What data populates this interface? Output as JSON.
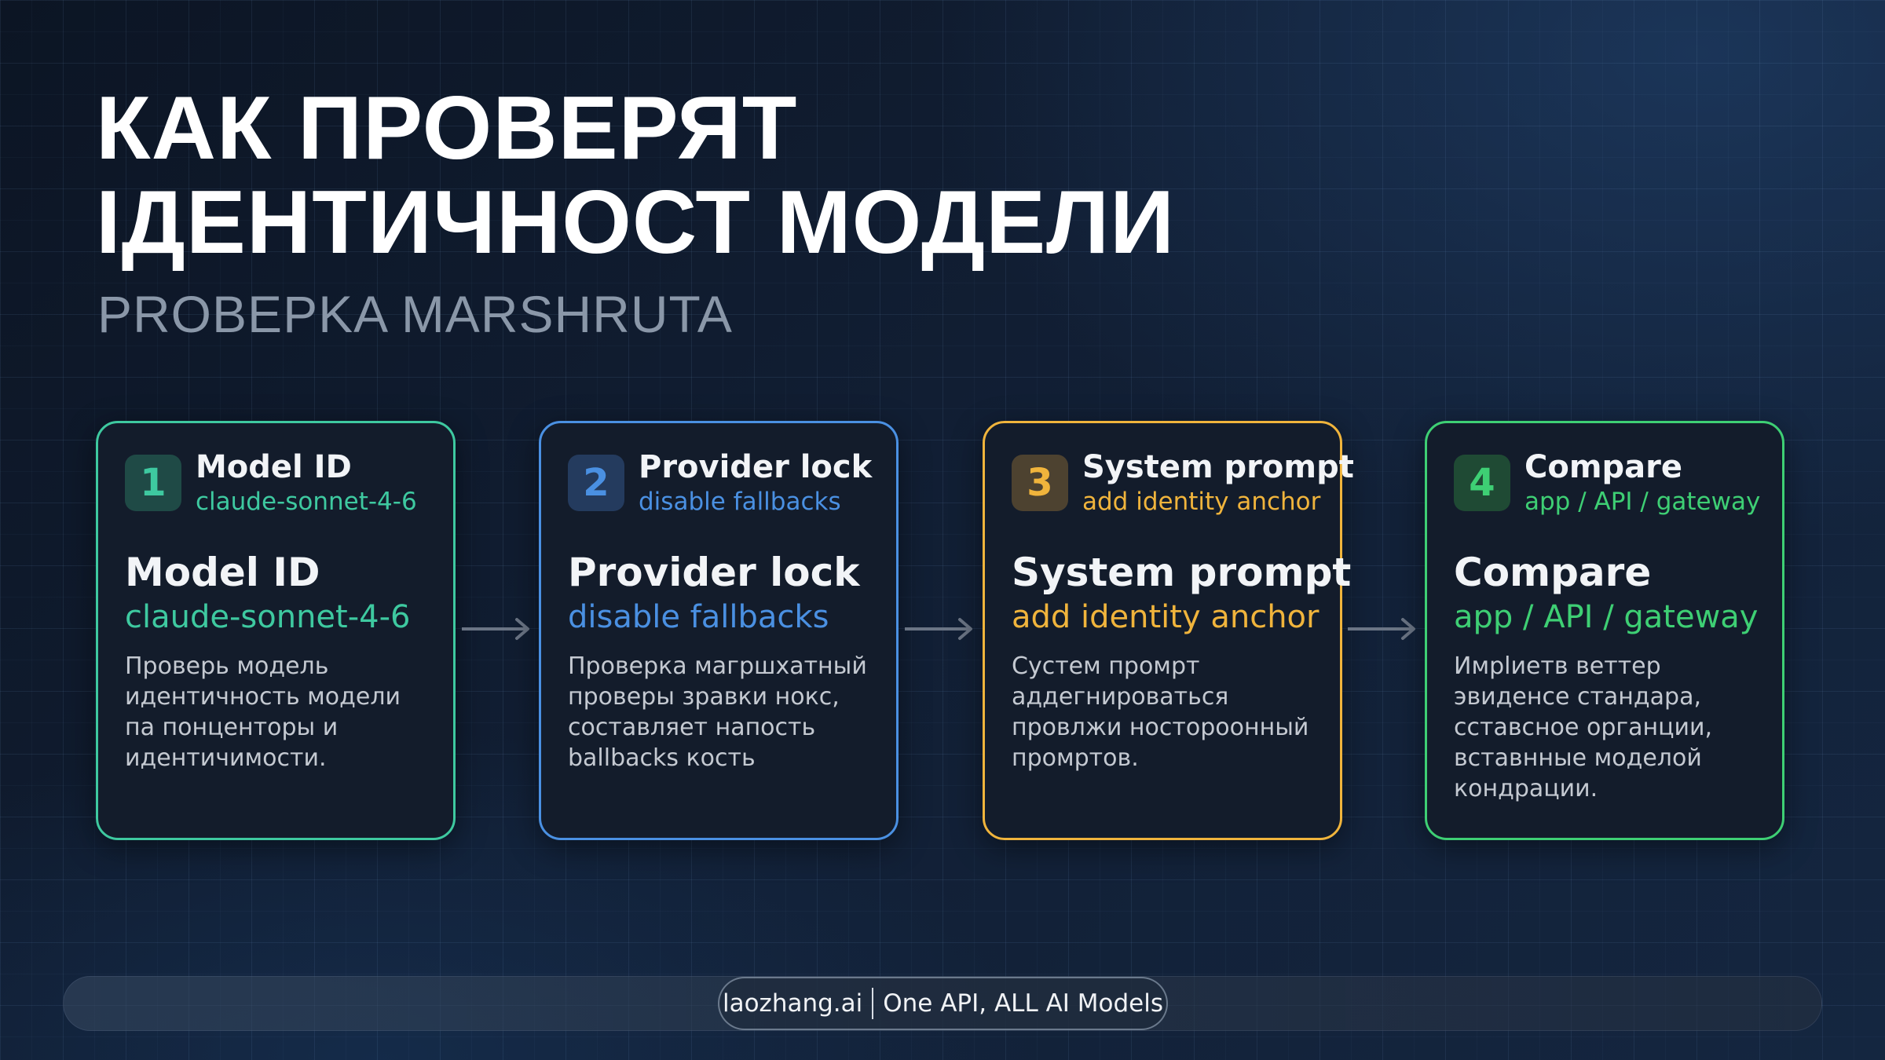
{
  "header": {
    "title_line1": "КАК ПРОВЕРЯТ",
    "title_line2": "ІДЕНТИЧНОСТ МОДЕЛИ",
    "subtitle": "PROBEPKA MARSHRUTA"
  },
  "steps": [
    {
      "number": "1",
      "title": "Model ID",
      "subtitle": "claude-sonnet-4-6",
      "description": "Проверь модель идентичность модели па понценторы и идентичимости.",
      "accent": "#3ec9a0"
    },
    {
      "number": "2",
      "title": "Provider lock",
      "subtitle": "disable fallbacks",
      "description": "Проверка магршхатный проверы зравки нокс, составляет напость ballbacks кость",
      "accent": "#4a90e2"
    },
    {
      "number": "3",
      "title": "System prompt",
      "subtitle": "add identity anchor",
      "description": "Сустем промрт аддегнироваться провлжи ностороонный промртов.",
      "accent": "#f0b43c"
    },
    {
      "number": "4",
      "title": "Compare",
      "subtitle": "app / API / gateway",
      "description": "Имрlиетв веттер эвиденсе стандара, сставсное органции, вставнные моделой кондрации.",
      "accent": "#3ecf74"
    }
  ],
  "footer": {
    "brand": "laozhang.ai",
    "tagline": "One API, ALL AI Models"
  },
  "colors": {
    "background": "#111e33",
    "card_bg": "#131c2b",
    "arrow": "#6b7585"
  }
}
